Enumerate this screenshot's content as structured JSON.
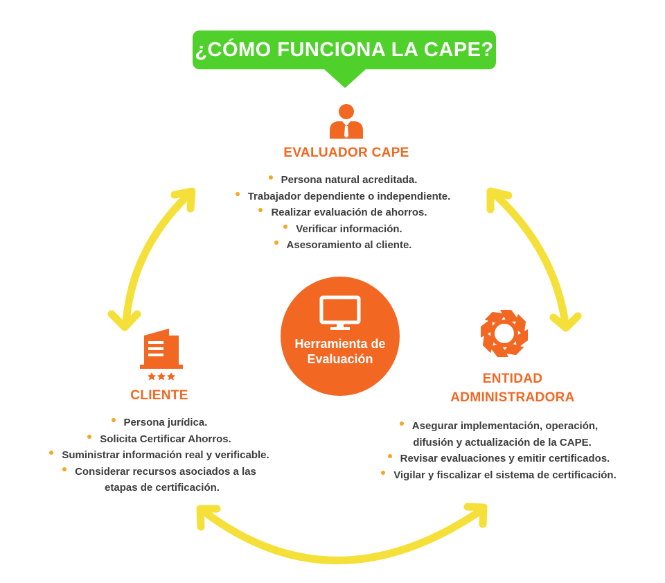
{
  "title": "¿CÓMO FUNCIONA LA CAPE?",
  "center": {
    "label": "Herramienta de\nEvaluación",
    "icon": "monitor-icon"
  },
  "evaluador": {
    "heading": "EVALUADOR CAPE",
    "icon": "person-icon",
    "items": [
      "Persona natural acreditada.",
      "Trabajador dependiente o independiente.",
      "Realizar evaluación de ahorros.",
      "Verificar información.",
      "Asesoramiento al cliente."
    ]
  },
  "cliente": {
    "heading": "CLIENTE",
    "icon": "building-icon",
    "items": [
      "Persona jurídica.",
      "Solicita Certificar Ahorros.",
      "Suministrar información real y verificable.",
      "Considerar recursos asociados a las",
      "etapas de certificación."
    ]
  },
  "entidad": {
    "heading_line1": "ENTIDAD",
    "heading_line2": "ADMINISTRADORA",
    "icon": "aperture-logo-icon",
    "items": [
      "Asegurar implementación, operación,",
      "difusión y actualización de la CAPE.",
      "Revisar evaluaciones y emitir certificados.",
      "Vigilar y fiscalizar el sistema de certificación."
    ]
  },
  "colors": {
    "green": "#4fd02b",
    "orange": "#f26722",
    "yellow": "#f5e03a",
    "bullet": "#f5a623",
    "text": "#3d3d3d"
  }
}
